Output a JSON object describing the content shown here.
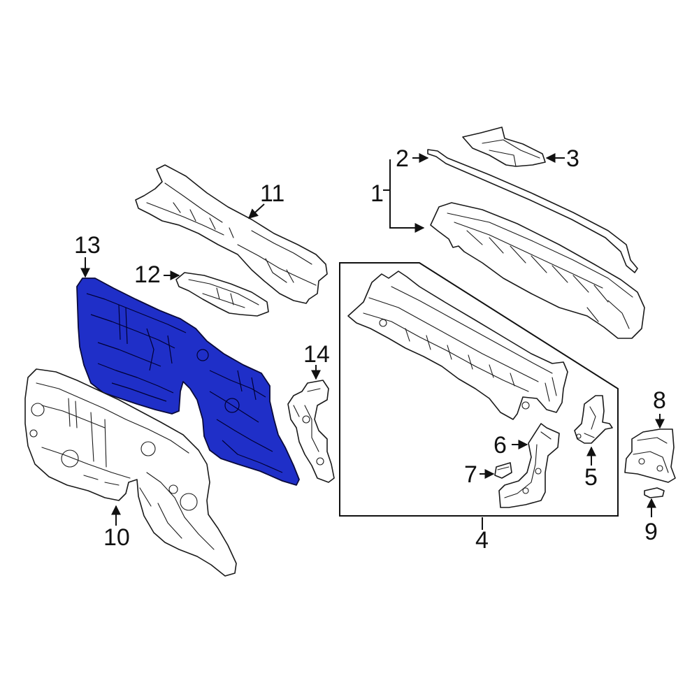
{
  "diagram": {
    "highlight_color": "#1f2fc8",
    "line_color": "#1a1a1a",
    "callouts": {
      "c1": "1",
      "c2": "2",
      "c3": "3",
      "c4": "4",
      "c5": "5",
      "c6": "6",
      "c7": "7",
      "c8": "8",
      "c9": "9",
      "c10": "10",
      "c11": "11",
      "c12": "12",
      "c13": "13",
      "c14": "14"
    },
    "highlighted_part": "13"
  }
}
